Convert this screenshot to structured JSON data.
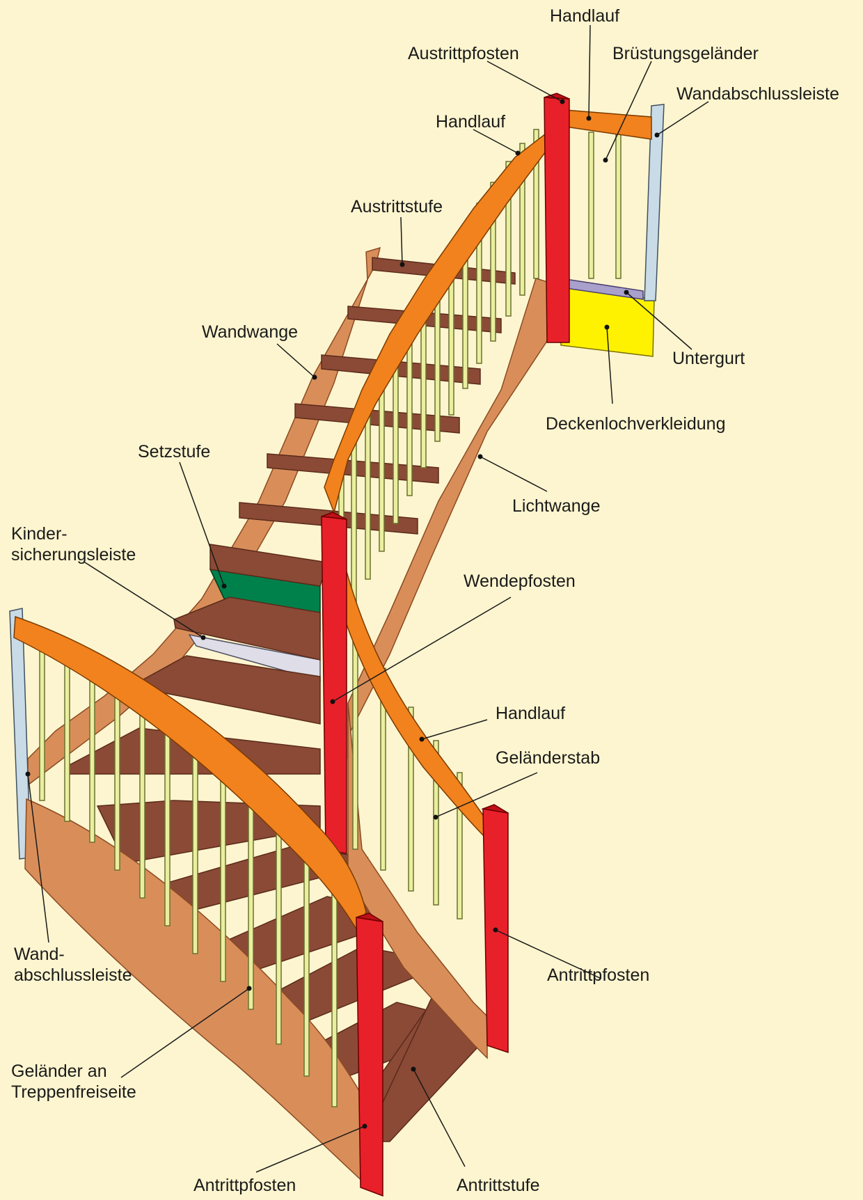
{
  "colors": {
    "background": "#fdf5cf",
    "stringer": "#d98e5a",
    "stringer_edge": "#8a4a22",
    "tread": "#8b4a36",
    "tread_edge": "#5a2a1a",
    "handrail": "#f2821e",
    "post": "#e8202a",
    "baluster": "#e9ef9e",
    "wall_strip": "#c8dbe6",
    "riser": "#00804a",
    "child_guard": "#dedde8",
    "ceiling_cover": "#fff200",
    "bottom_chord": "#a9a0cc"
  },
  "labels": {
    "handlauf_top": "Handlauf",
    "austrittpfosten": "Austrittpfosten",
    "bruestungsgelaender": "Brüstungsgeländer",
    "wandabschlussleiste_top": "Wandabschlussleiste",
    "handlauf_upper": "Handlauf",
    "austrittstufe": "Austrittstufe",
    "wandwange": "Wandwange",
    "untergurt": "Untergurt",
    "deckenlochverkleidung": "Deckenlochverkleidung",
    "setzstufe": "Setzstufe",
    "lichtwange": "Lichtwange",
    "kindersicherungsleiste": "Kinder-\nsicherungsleiste",
    "wendepfosten": "Wendepfosten",
    "handlauf_lower": "Handlauf",
    "gelaenderstab": "Geländerstab",
    "wandabschlussleiste_left": "Wand-\nabschlussleiste",
    "antrittpfosten_right": "Antrittpfosten",
    "gelaender_freiseite": "Geländer an\nTreppenfreiseite",
    "antrittpfosten_bottom": "Antrittpfosten",
    "antrittstufe": "Antrittstufe"
  }
}
